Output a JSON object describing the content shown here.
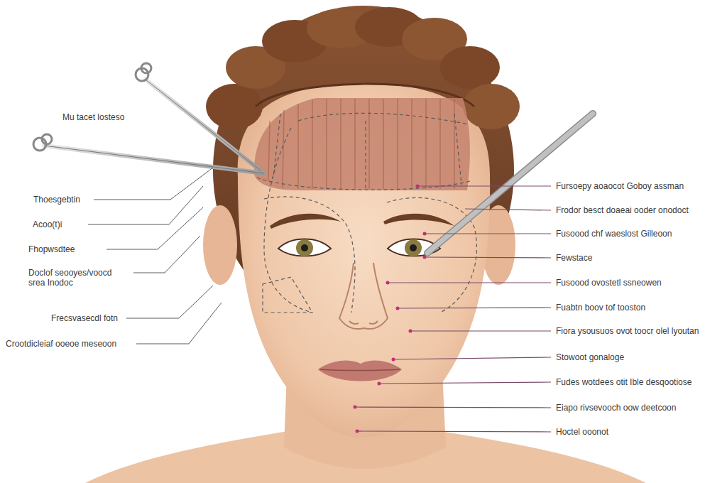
{
  "diagram": {
    "labels": [
      "Mu tacet losteso",
      "Thoesgebtin",
      "Acoo(t)i",
      "Fhopwsdtee",
      "Doclof seooyes/voocd srea Inodoc",
      "Frecsvasecdl fotn",
      "Crootdicleiaf ooeoe meseoon",
      "Fursoepy aoaocot Goboy assman",
      "Frodor besct doaeai ooder onodoct",
      "Fusoood chf waeslost Gilleoon",
      "Fewstace",
      "Fusoood ovostetl ssneowen",
      "Fuabtn boov tof tooston",
      "Fiora ysousuos ovot toocr olel lyoutan",
      "Stowoot gonaloge",
      "Fudes wotdees otit Ible desqootiose",
      "Eiapo rivsevooch oow deetcoon",
      "Hoctel ooonot"
    ]
  }
}
